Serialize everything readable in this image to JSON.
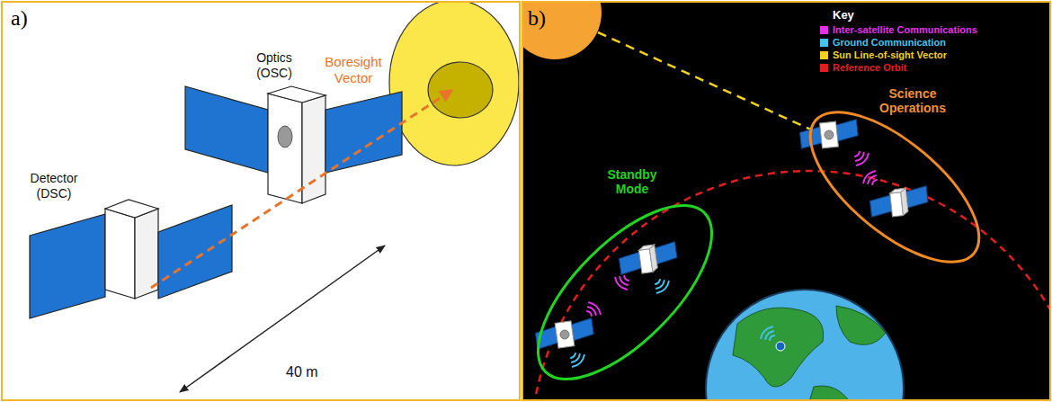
{
  "diagram": {
    "nodes": [
      {
        "text": [
          "a)"
        ]
      },
      {
        "text": [
          "b)"
        ]
      },
      {
        "text": [
          "Standby Mode"
        ],
        "in": 1
      },
      {
        "text": [
          "Science Operations"
        ],
        "in": 1
      }
    ],
    "labels": [
      "Optics (OSC)",
      "Boresight Vector",
      "Detector (DSC)",
      "40 m",
      "Key"
    ],
    "legend": [
      {
        "text": "Inter-satellite Communications",
        "color": "#e830e8"
      },
      {
        "text": "Ground Communication",
        "color": "#45c3f0"
      },
      {
        "text": "Sun Line-of-sight Vector",
        "color": "#f2d21c"
      },
      {
        "text": "Reference Orbit",
        "color": "#e02020"
      }
    ]
  }
}
